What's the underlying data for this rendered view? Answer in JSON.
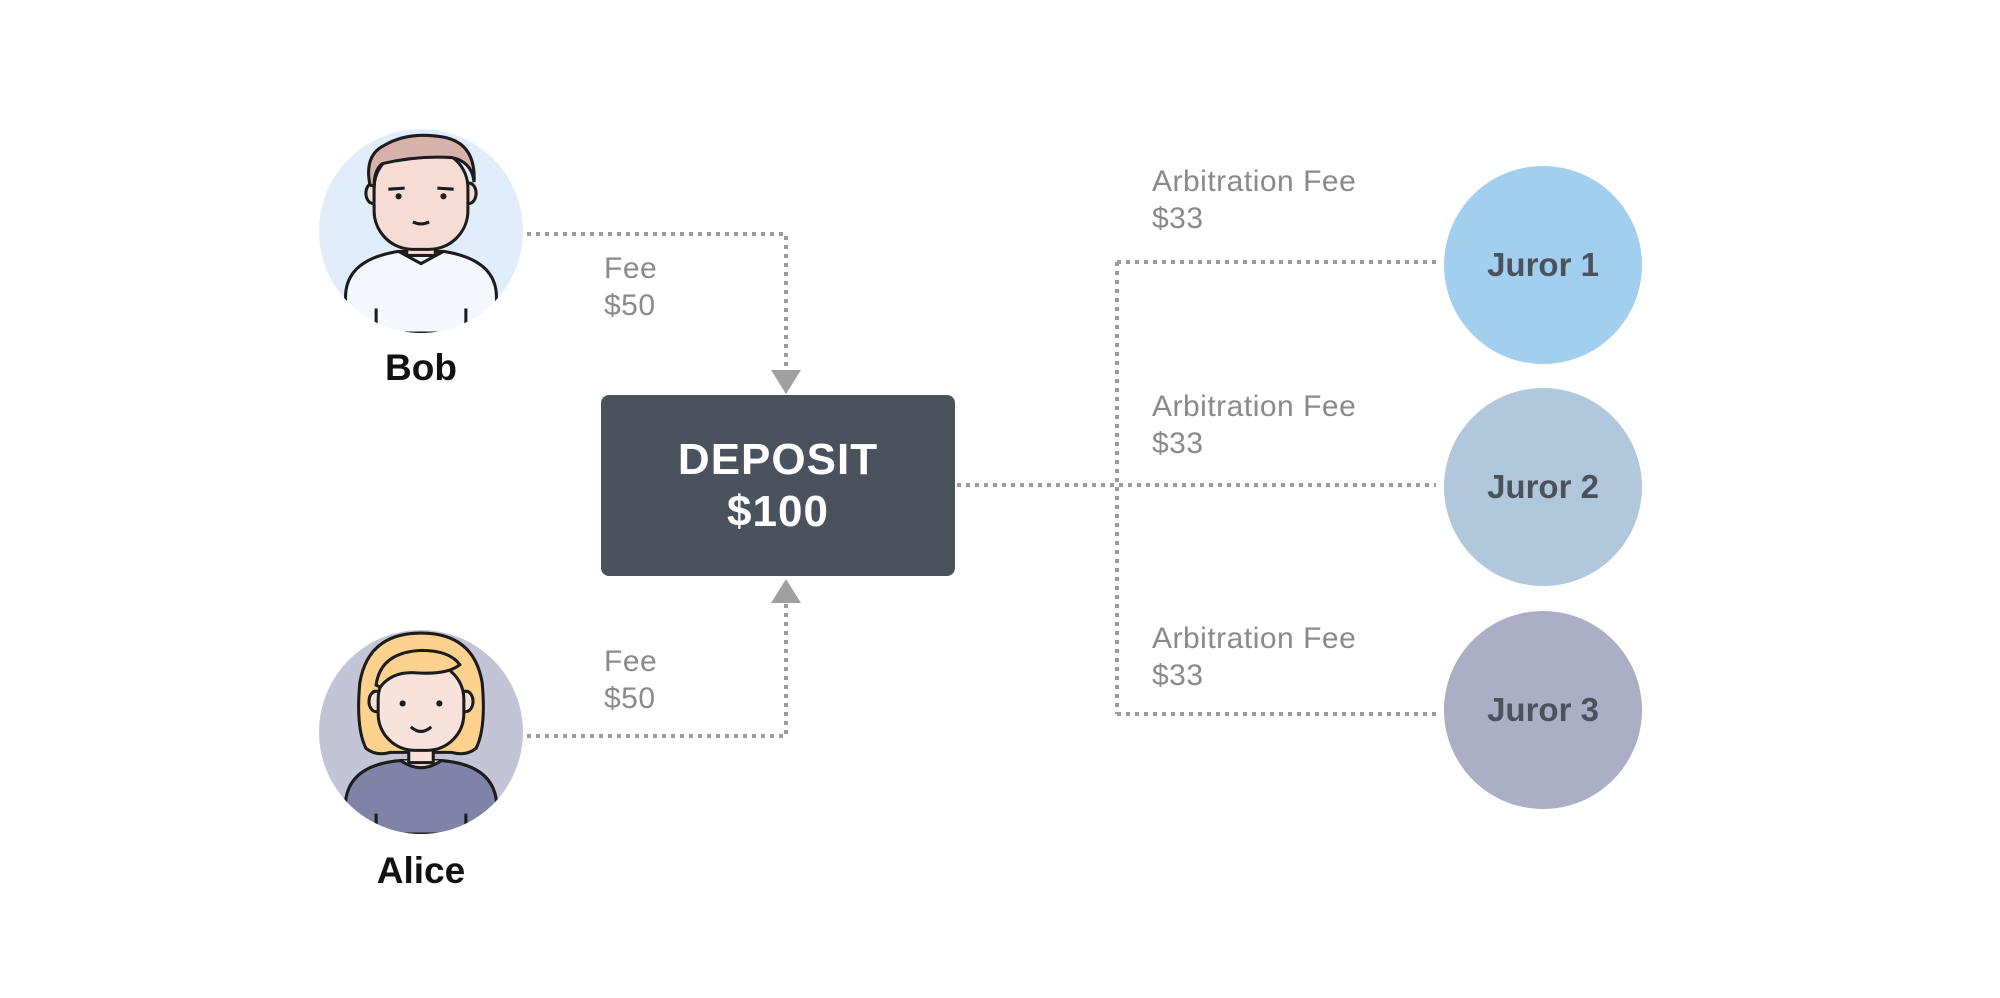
{
  "people": {
    "bob": {
      "name": "Bob",
      "fee_label": "Fee",
      "fee_amount": "$50"
    },
    "alice": {
      "name": "Alice",
      "fee_label": "Fee",
      "fee_amount": "$50"
    }
  },
  "deposit": {
    "title": "DEPOSIT",
    "amount": "$100"
  },
  "jurors": [
    {
      "name": "Juror 1",
      "fee_label": "Arbitration Fee",
      "fee_amount": "$33",
      "color": "#a3cfef"
    },
    {
      "name": "Juror 2",
      "fee_label": "Arbitration Fee",
      "fee_amount": "$33",
      "color": "#b1c8dc"
    },
    {
      "name": "Juror 3",
      "fee_label": "Arbitration Fee",
      "fee_amount": "$33",
      "color": "#acaec6"
    }
  ],
  "colors": {
    "connector": "#9b9b9b",
    "deposit_box": "#4a535d",
    "bob_avatar_bg": "#e2edfb",
    "alice_avatar_bg": "#c3c4d6"
  }
}
